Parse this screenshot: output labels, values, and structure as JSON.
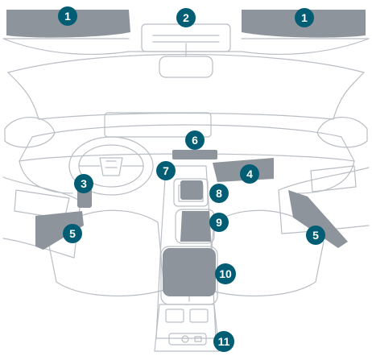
{
  "diagram": {
    "colors": {
      "line": "#b9bec4",
      "highlight": "#8d949b",
      "callout": "#005d74",
      "callout_text": "#ffffff"
    },
    "callouts": [
      {
        "id": "sun-visor-left",
        "label": "1"
      },
      {
        "id": "overhead-console",
        "label": "2"
      },
      {
        "id": "sun-visor-right",
        "label": "1"
      },
      {
        "id": "driver-storage-left",
        "label": "3"
      },
      {
        "id": "glovebox",
        "label": "4"
      },
      {
        "id": "door-pocket-left",
        "label": "5"
      },
      {
        "id": "door-pocket-right",
        "label": "5"
      },
      {
        "id": "dashboard-storage",
        "label": "6"
      },
      {
        "id": "usb-socket",
        "label": "7"
      },
      {
        "id": "wireless-charger",
        "label": "8"
      },
      {
        "id": "cup-holders",
        "label": "9"
      },
      {
        "id": "armrest-storage",
        "label": "10"
      },
      {
        "id": "rear-sockets",
        "label": "11"
      }
    ]
  }
}
